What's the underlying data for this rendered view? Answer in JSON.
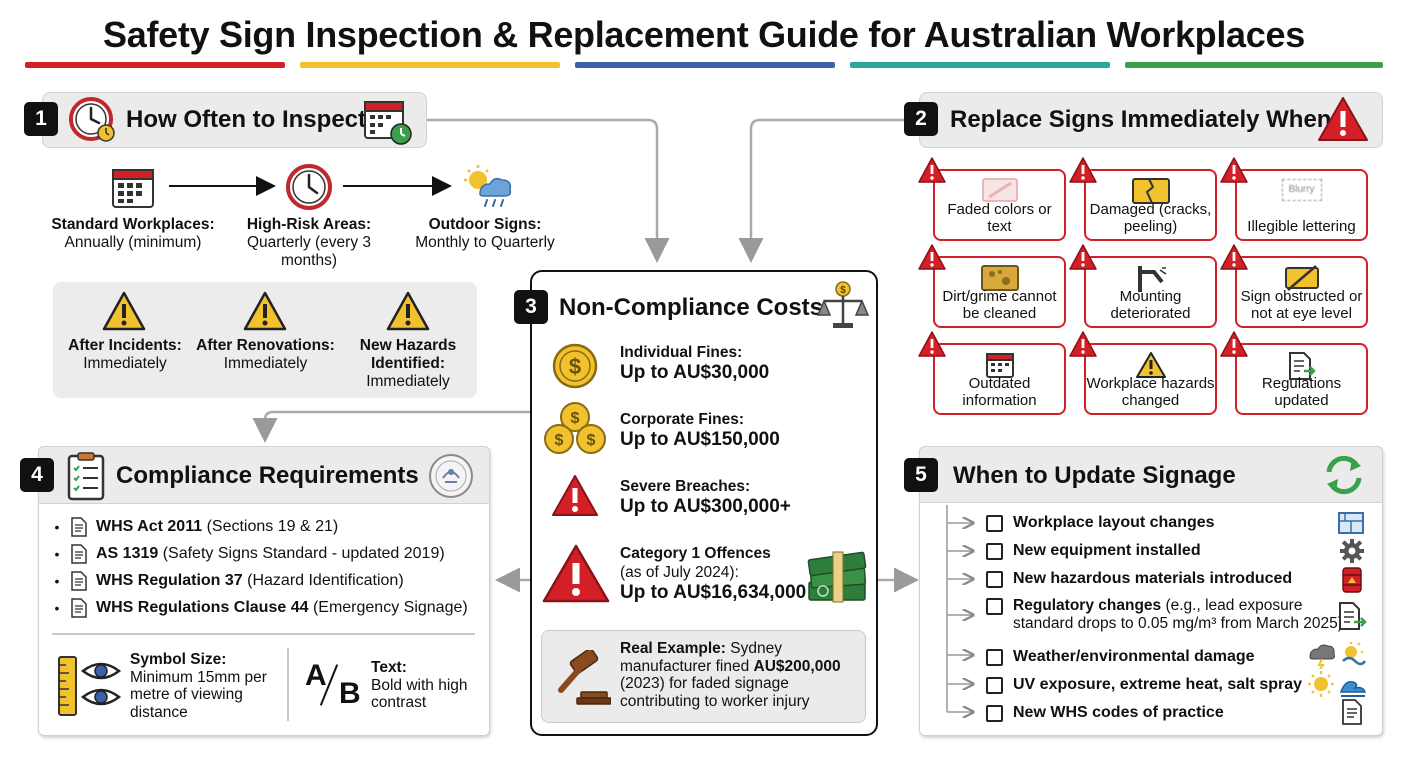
{
  "title": "Safety Sign Inspection & Replacement Guide for Australian Workplaces",
  "stripe_colors": [
    "#d32027",
    "#f2c12e",
    "#3b62a8",
    "#2ba89a",
    "#3aa04a"
  ],
  "section1": {
    "number": "1",
    "title": "How Often to Inspect",
    "steps": [
      {
        "label": "Standard Workplaces:",
        "detail": "Annually (minimum)"
      },
      {
        "label": "High-Risk Areas:",
        "detail": "Quarterly (every 3 months)"
      },
      {
        "label": "Outdoor Signs:",
        "detail": "Monthly to Quarterly"
      }
    ],
    "triggers": [
      {
        "label": "After Incidents:",
        "detail": "Immediately"
      },
      {
        "label": "After Renovations:",
        "detail": "Immediately"
      },
      {
        "label": "New Hazards Identified:",
        "detail": "Immediately"
      }
    ]
  },
  "section2": {
    "number": "2",
    "title": "Replace Signs Immediately When:",
    "blurry_label": "Blurry",
    "items": [
      "Faded colors or text",
      "Damaged (cracks, peeling)",
      "Illegible lettering",
      "Dirt/grime cannot be cleaned",
      "Mounting deteriorated",
      "Sign obstructed or not at eye level",
      "Outdated information",
      "Workplace hazards changed",
      "Regulations updated"
    ]
  },
  "section3": {
    "number": "3",
    "title": "Non-Compliance Costs",
    "costs": [
      {
        "label": "Individual Fines:",
        "value": "Up to AU$30,000"
      },
      {
        "label": "Corporate Fines:",
        "value": "Up to AU$150,000"
      },
      {
        "label": "Severe Breaches:",
        "value": "Up to AU$300,000+"
      },
      {
        "label": "Category 1 Offences",
        "note": "(as of July 2024):",
        "value": "Up to AU$16,634,000"
      }
    ],
    "example": {
      "lead": "Real Example:",
      "text1": " Sydney manufacturer fined ",
      "amount": "AU$200,000",
      "text2": " (2023) for faded signage contributing to worker injury"
    }
  },
  "section4": {
    "number": "4",
    "title": "Compliance Requirements",
    "requirements": [
      {
        "name": "WHS Act 2011",
        "detail": " (Sections 19 & 21)"
      },
      {
        "name": "AS 1319",
        "detail": " (Safety Signs Standard - updated 2019)"
      },
      {
        "name": "WHS Regulation 37",
        "detail": " (Hazard Identification)"
      },
      {
        "name": "WHS Regulations Clause 44",
        "detail": " (Emergency Signage)"
      }
    ],
    "symbol_size": {
      "label": "Symbol Size:",
      "detail": "Minimum 15mm per metre of viewing distance"
    },
    "text_req": {
      "glyph_a": "A",
      "glyph_b": "B",
      "label": "Text:",
      "detail": "Bold with high contrast"
    }
  },
  "section5": {
    "number": "5",
    "title": "When to Update Signage",
    "items": [
      {
        "text": "Workplace layout changes",
        "icon": "blueprint-icon"
      },
      {
        "text": "New equipment installed",
        "icon": "gear-icon"
      },
      {
        "text": "New hazardous materials introduced",
        "icon": "hazard-barrel-icon"
      },
      {
        "text": "Regulatory changes",
        "extra": " (e.g., lead exposure standard drops to 0.05 mg/m³ from March 2025)",
        "icon": "document-arrow-icon"
      },
      {
        "text": "Weather/environmental damage",
        "icon": "storm-sun-icon"
      },
      {
        "text": "UV exposure, extreme heat, salt spray",
        "icon": "sun-wave-icon"
      },
      {
        "text": "New WHS codes of practice",
        "icon": "document-icon"
      }
    ]
  },
  "colors": {
    "red": "#d32027",
    "yellow": "#f2c12e",
    "dark": "#111111",
    "panel_gray": "#ebebeb",
    "money_green": "#2e7d3a"
  }
}
